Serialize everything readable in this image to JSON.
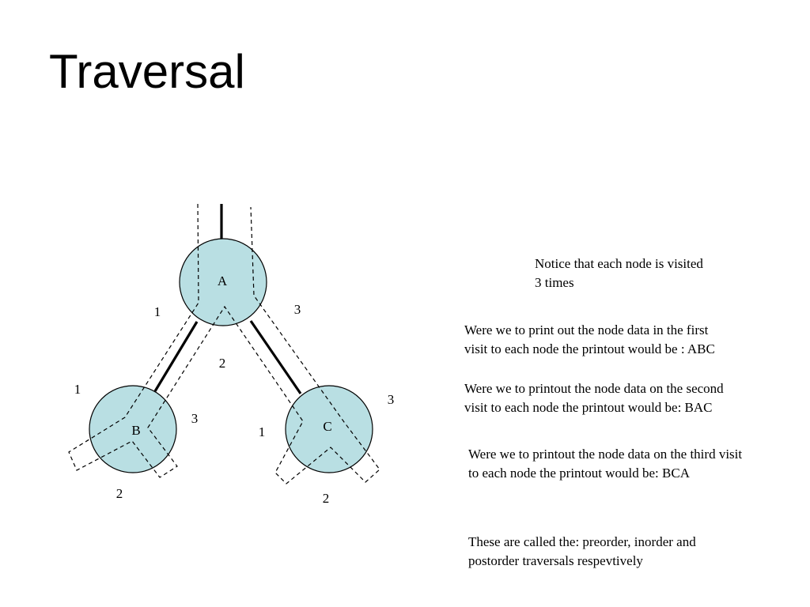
{
  "title": "Traversal",
  "colors": {
    "node_fill": "#b9dfe3",
    "stroke": "#000000"
  },
  "tree": {
    "nodes": [
      {
        "id": "A",
        "label": "A"
      },
      {
        "id": "B",
        "label": "B"
      },
      {
        "id": "C",
        "label": "C"
      }
    ],
    "visit_labels": [
      {
        "node": "A",
        "visit": "1",
        "text": "1"
      },
      {
        "node": "A",
        "visit": "2",
        "text": "2"
      },
      {
        "node": "A",
        "visit": "3",
        "text": "3"
      },
      {
        "node": "B",
        "visit": "1",
        "text": "1"
      },
      {
        "node": "B",
        "visit": "2",
        "text": "2"
      },
      {
        "node": "B",
        "visit": "3",
        "text": "3"
      },
      {
        "node": "C",
        "visit": "1",
        "text": "1"
      },
      {
        "node": "C",
        "visit": "2",
        "text": "2"
      },
      {
        "node": "C",
        "visit": "3",
        "text": "3"
      }
    ]
  },
  "notes": [
    {
      "lines": [
        "Notice that each node is visited",
        "3 times"
      ]
    },
    {
      "lines": [
        "Were we to print out the node data in the first",
        "visit to each node the printout would be : ABC"
      ]
    },
    {
      "lines": [
        "Were we to printout the node data on the second",
        "visit to each node the printout would be: BAC"
      ]
    },
    {
      "lines": [
        "Were we to printout the node data on the third visit",
        "to each node the printout would be: BCA"
      ]
    },
    {
      "lines": [
        "These are called the: preorder, inorder and",
        "postorder traversals respevtively"
      ]
    }
  ]
}
